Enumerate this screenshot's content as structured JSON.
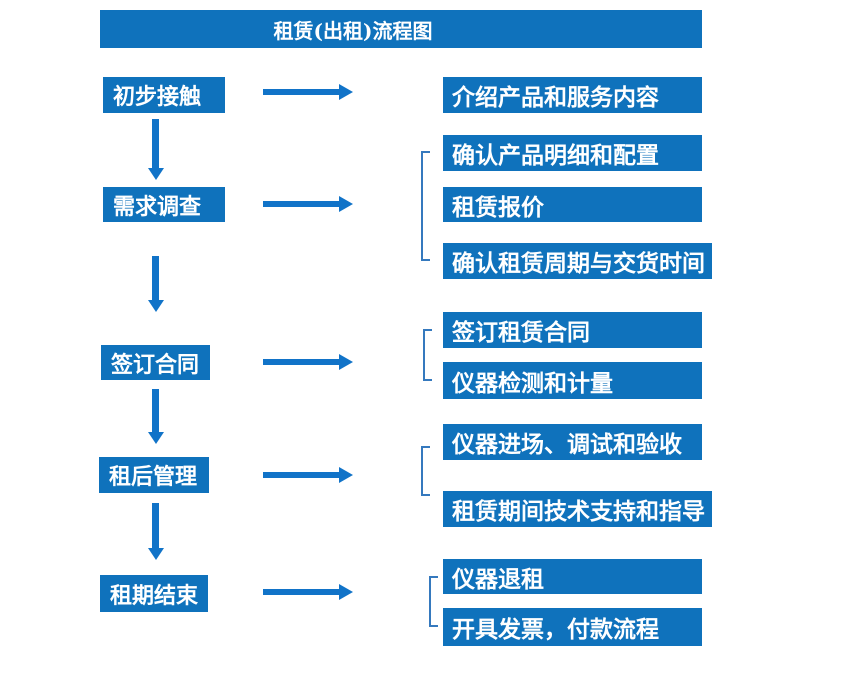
{
  "title": "租赁(出租)流程图",
  "colors": {
    "box_blue": "#0f72bc",
    "arrow_blue": "#1173c8",
    "bracket_blue": "#3579be",
    "text_white": "#ffffff",
    "background": "#ffffff"
  },
  "steps": [
    {
      "label": "初步接触",
      "details": [
        "介绍产品和服务内容"
      ]
    },
    {
      "label": "需求调查",
      "details": [
        "确认产品明细和配置",
        "租赁报价",
        "确认租赁周期与交货时间"
      ]
    },
    {
      "label": "签订合同",
      "details": [
        "签订租赁合同",
        "仪器检测和计量"
      ]
    },
    {
      "label": "租后管理",
      "details": [
        "仪器进场、调试和验收",
        "租赁期间技术支持和指导"
      ]
    },
    {
      "label": "租期结束",
      "details": [
        "仪器退租",
        "开具发票，付款流程"
      ]
    }
  ]
}
